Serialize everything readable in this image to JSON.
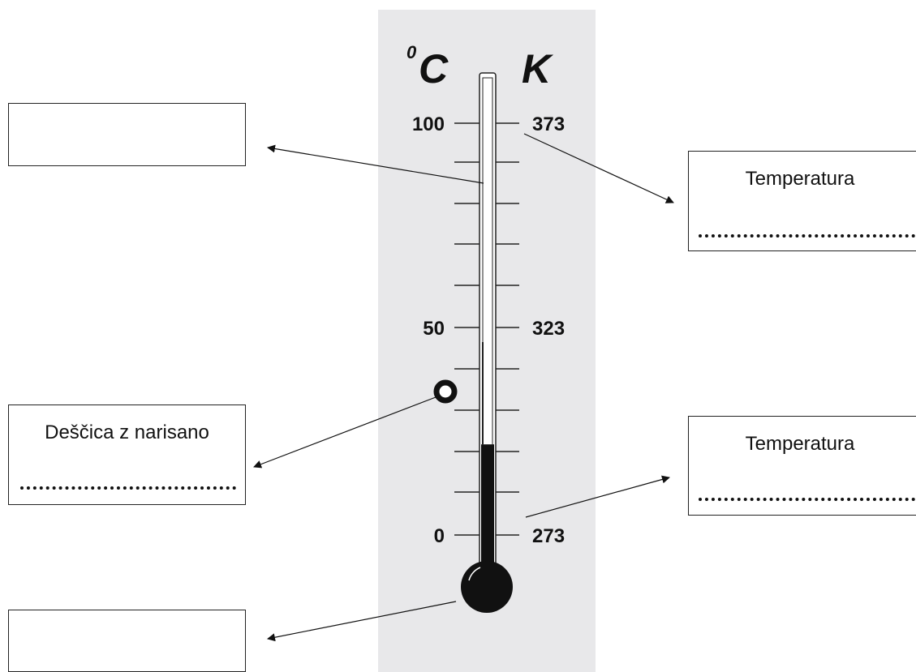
{
  "units": {
    "celsius": "C",
    "celsius_sup": "0",
    "kelvin": "K"
  },
  "scale": {
    "celsius_labels": [
      "100",
      "50",
      "0"
    ],
    "kelvin_labels": [
      "373",
      "323",
      "273"
    ],
    "column_level_celsius": 22
  },
  "boxes": {
    "top_left": {
      "text": ""
    },
    "mid_left": {
      "text": "Deščica z narisano"
    },
    "bottom_left": {
      "text": ""
    },
    "top_right": {
      "text": "Temperatura"
    },
    "bottom_right": {
      "text": "Temperatura"
    }
  },
  "colors": {
    "panel": "#e8e8ea",
    "liquid": "#111111",
    "line": "#222222"
  }
}
